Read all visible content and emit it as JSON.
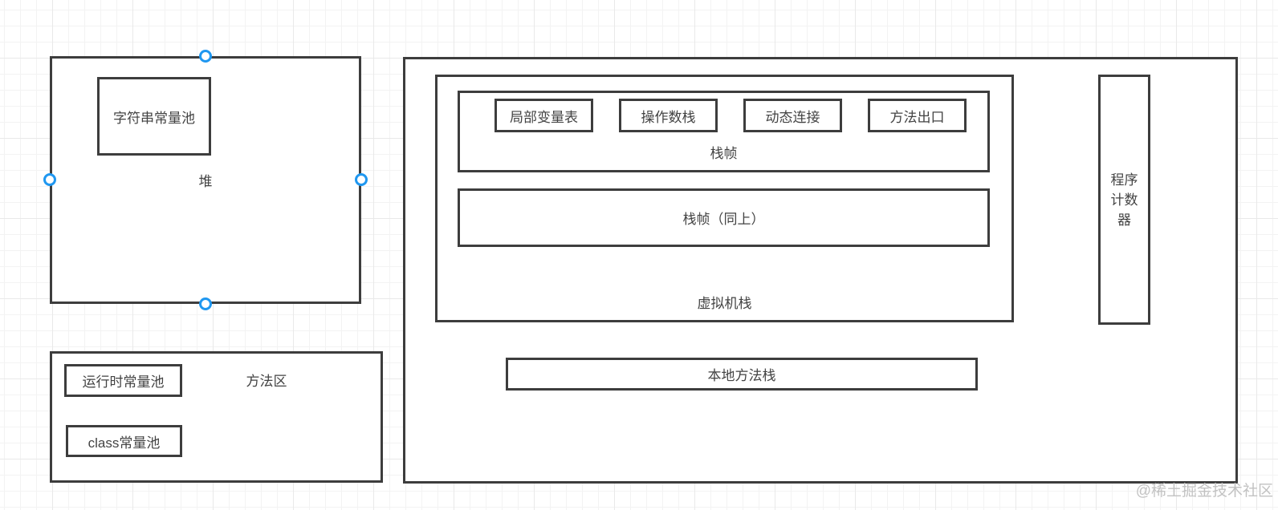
{
  "heap": {
    "label": "堆",
    "string_pool_label": "字符串常量池"
  },
  "method_area": {
    "label": "方法区",
    "runtime_pool_label": "运行时常量池",
    "class_pool_label": "class常量池"
  },
  "vm_stack": {
    "label": "虚拟机栈",
    "frame1": {
      "label": "栈帧",
      "cells": [
        "局部变量表",
        "操作数栈",
        "动态连接",
        "方法出口"
      ]
    },
    "frame2": {
      "label": "栈帧（同上）"
    }
  },
  "native_stack": {
    "label": "本地方法栈"
  },
  "program_counter": {
    "label": "程序计数器",
    "lines": [
      "程序",
      "计数",
      "器"
    ]
  },
  "watermark": "@稀土掘金技术社区",
  "colors": {
    "stroke": "#3d3d3d",
    "text": "#434343",
    "handle_blue": "#1f97f0",
    "watermark_gray": "#c2c2c2",
    "background": "#ffffff",
    "grid_line": "#f3f3f3",
    "grid_line_major": "#e9e9e9"
  }
}
